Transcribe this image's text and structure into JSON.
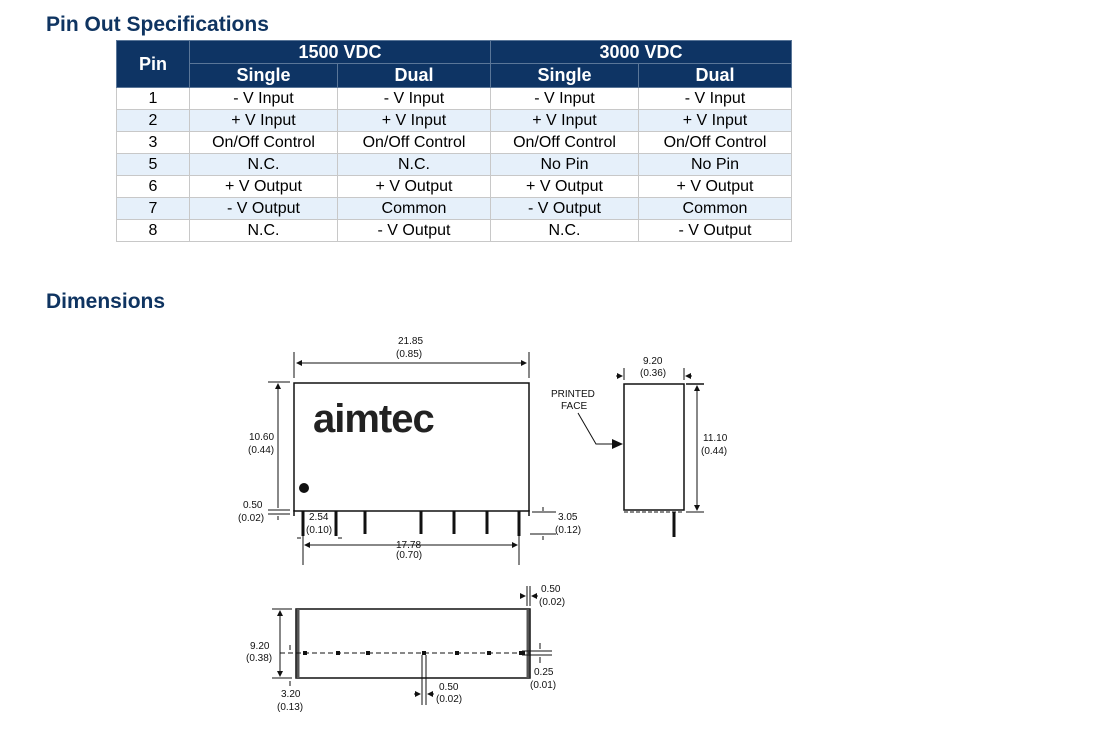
{
  "headings": {
    "pinout": "Pin Out Specifications",
    "dimensions": "Dimensions"
  },
  "table": {
    "pin_header": "Pin",
    "groups": [
      "1500 VDC",
      "3000 VDC"
    ],
    "subheaders": [
      "Single",
      "Dual",
      "Single",
      "Dual"
    ],
    "rows": [
      {
        "pin": "1",
        "cells": [
          "- V Input",
          "- V Input",
          "- V Input",
          "- V Input"
        ]
      },
      {
        "pin": "2",
        "cells": [
          "+ V Input",
          "+ V Input",
          "+ V Input",
          "+ V Input"
        ]
      },
      {
        "pin": "3",
        "cells": [
          "On/Off Control",
          "On/Off Control",
          "On/Off Control",
          "On/Off Control"
        ]
      },
      {
        "pin": "5",
        "cells": [
          "N.C.",
          "N.C.",
          "No Pin",
          "No Pin"
        ]
      },
      {
        "pin": "6",
        "cells": [
          "+ V Output",
          "+ V Output",
          "+ V Output",
          "+ V Output"
        ]
      },
      {
        "pin": "7",
        "cells": [
          "- V Output",
          "Common",
          "- V Output",
          "Common"
        ]
      },
      {
        "pin": "8",
        "cells": [
          "N.C.",
          "- V Output",
          "N.C.",
          "- V Output"
        ]
      }
    ]
  },
  "drawing": {
    "logo": "aimtec",
    "front": {
      "width_mm": "21.85",
      "width_in": "(0.85)",
      "height_mm": "10.60",
      "height_in": "(0.44)",
      "standoff_mm": "0.50",
      "standoff_in": "(0.02)",
      "pitch_mm": "2.54",
      "pitch_in": "(0.10)",
      "span_mm": "17.78",
      "span_in": "(0.70)",
      "pin_len_mm": "3.05",
      "pin_len_in": "(0.12)"
    },
    "side": {
      "label_line1": "PRINTED",
      "label_line2": "FACE",
      "width_mm": "9.20",
      "width_in": "(0.36)",
      "height_mm": "11.10",
      "height_in": "(0.44)"
    },
    "bottom": {
      "depth_mm": "9.20",
      "depth_in": "(0.38)",
      "offset_mm": "3.20",
      "offset_in": "(0.13)",
      "pin_w_mm": "0.50",
      "pin_w_in": "(0.02)",
      "edge_mm": "0.50",
      "edge_in": "(0.02)",
      "pin_t_mm": "0.25",
      "pin_t_in": "(0.01)"
    }
  },
  "colors": {
    "heading": "#0f3461",
    "header_bg": "#0e3464",
    "stripe": "#e6f0fa"
  }
}
